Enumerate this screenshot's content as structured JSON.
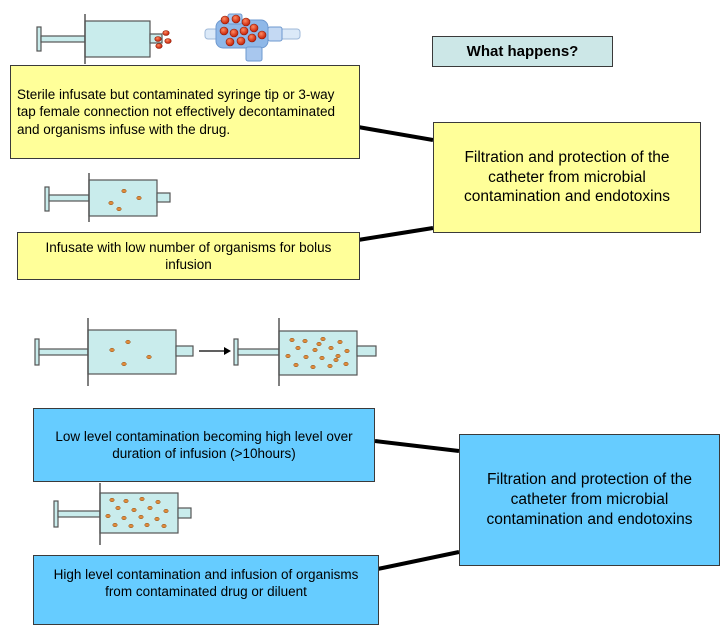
{
  "header": {
    "title": "What happens?"
  },
  "yellow_section": {
    "box1_text": "Sterile infusate but contaminated syringe tip or 3-way tap female connection not effectively decontaminated and organisms infuse with the drug.",
    "box2_text": "Infusate with low number of organisms for bolus infusion",
    "result_text": "Filtration and protection of the catheter from microbial contamination and endotoxins"
  },
  "blue_section": {
    "box1_text": "Low level contamination becoming high level over duration of infusion (>10hours)",
    "box2_text": "High level contamination and infusion of organisms from contaminated drug or diluent",
    "result_text": "Filtration and protection of the catheter from microbial contamination and endotoxins"
  },
  "colors": {
    "yellow_box": "#ffff99",
    "blue_box": "#66ccff",
    "syringe_fill": "#c9ecec",
    "organism": "#e08c3c",
    "organism_red": "#cc2a0f",
    "tap_blue": "#8fb8e8"
  },
  "icons": [
    "syringe-icon",
    "three-way-tap-icon",
    "organism-dot-icon",
    "arrow-right-icon"
  ]
}
